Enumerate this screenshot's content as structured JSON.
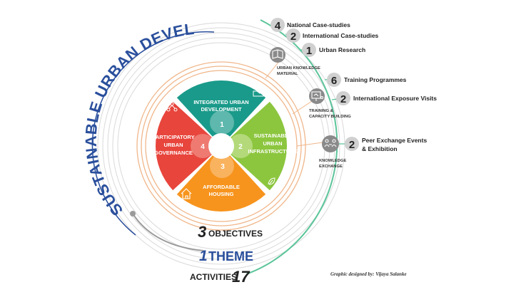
{
  "theme_title": "SUSTAINABLE URBAN DEVELOPMENT",
  "counters": {
    "objectives": {
      "number": "3",
      "label": "OBJECTIVES"
    },
    "theme": {
      "number": "1",
      "label": "THEME"
    },
    "activities": {
      "number": "17",
      "label": "ACTIVITIES"
    }
  },
  "objectives": [
    {
      "number": "1",
      "label_lines": [
        "INTEGRATED URBAN",
        "DEVELOPMENT"
      ],
      "color": "#1a9a8a",
      "icon": "city-map-icon"
    },
    {
      "number": "2",
      "label_lines": [
        "SUSTAINABLE",
        "URBAN",
        "INFRASTRUCTURE"
      ],
      "color": "#8cc63f",
      "icon": "leaf-icon"
    },
    {
      "number": "3",
      "label_lines": [
        "AFFORDABLE",
        "HOUSING"
      ],
      "color": "#f7941d",
      "icon": "house-icon"
    },
    {
      "number": "4",
      "label_lines": [
        "PARTICIPATORY",
        "URBAN",
        "GOVERNANCE"
      ],
      "color": "#e8453c",
      "icon": "people-network-icon"
    }
  ],
  "categories": [
    {
      "label_lines": [
        "URBAN KNOWLEDGE",
        "MATERIAL"
      ],
      "icon": "book-icon"
    },
    {
      "label_lines": [
        "TRAINING &",
        "CAPACITY BUILDING"
      ],
      "icon": "presentation-board-icon"
    },
    {
      "label_lines": [
        "KNOWLEDGE",
        "EXCHANGE"
      ],
      "icon": "people-exchange-icon"
    }
  ],
  "activities": [
    {
      "count": "4",
      "label_lines": [
        "National Case-studies"
      ]
    },
    {
      "count": "2",
      "label_lines": [
        "International Case-studies"
      ]
    },
    {
      "count": "1",
      "label_lines": [
        "Urban Research"
      ]
    },
    {
      "count": "6",
      "label_lines": [
        "Training Programmes"
      ]
    },
    {
      "count": "2",
      "label_lines": [
        "International Exposure Visits"
      ]
    },
    {
      "count": "2",
      "label_lines": [
        "Peer Exchange Events",
        "& Exhibition"
      ]
    }
  ],
  "credit": "Graphic designed by: Vijaya Salanke",
  "colors": {
    "theme_blue": "#2a4f9c",
    "activities_green": "#5cc59a",
    "ring_orange": "#f0b68a",
    "ring_grey": "#d9d9d9",
    "badge_grey": "#d0d0d0",
    "icon_grey": "#8a8a8a"
  }
}
